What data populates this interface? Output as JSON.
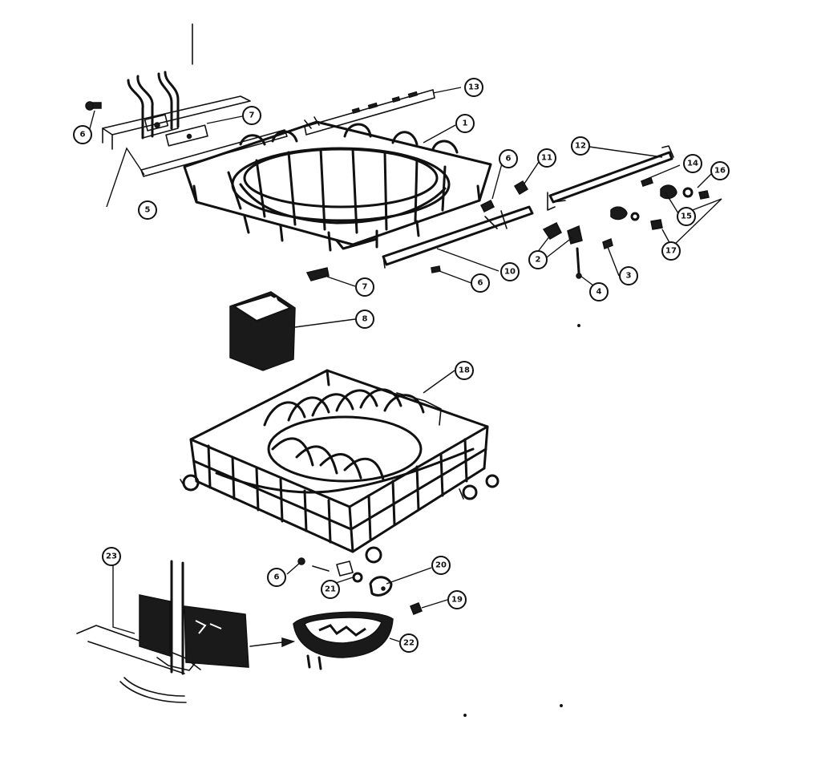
{
  "callouts": [
    {
      "id": "c1",
      "label": "1"
    },
    {
      "id": "c2",
      "label": "2"
    },
    {
      "id": "c3",
      "label": "3"
    },
    {
      "id": "c4",
      "label": "4"
    },
    {
      "id": "c5",
      "label": "5"
    },
    {
      "id": "c6a",
      "label": "6"
    },
    {
      "id": "c6b",
      "label": "6"
    },
    {
      "id": "c6c",
      "label": "6"
    },
    {
      "id": "c6d",
      "label": "6"
    },
    {
      "id": "c7a",
      "label": "7"
    },
    {
      "id": "c7b",
      "label": "7"
    },
    {
      "id": "c8",
      "label": "8"
    },
    {
      "id": "c10",
      "label": "10"
    },
    {
      "id": "c11",
      "label": "11"
    },
    {
      "id": "c12",
      "label": "12"
    },
    {
      "id": "c13",
      "label": "13"
    },
    {
      "id": "c14",
      "label": "14"
    },
    {
      "id": "c15",
      "label": "15"
    },
    {
      "id": "c16",
      "label": "16"
    },
    {
      "id": "c17",
      "label": "17"
    },
    {
      "id": "c18",
      "label": "18"
    },
    {
      "id": "c19",
      "label": "19"
    },
    {
      "id": "c20",
      "label": "20"
    },
    {
      "id": "c21",
      "label": "21"
    },
    {
      "id": "c22",
      "label": "22"
    },
    {
      "id": "c23",
      "label": "23"
    }
  ]
}
